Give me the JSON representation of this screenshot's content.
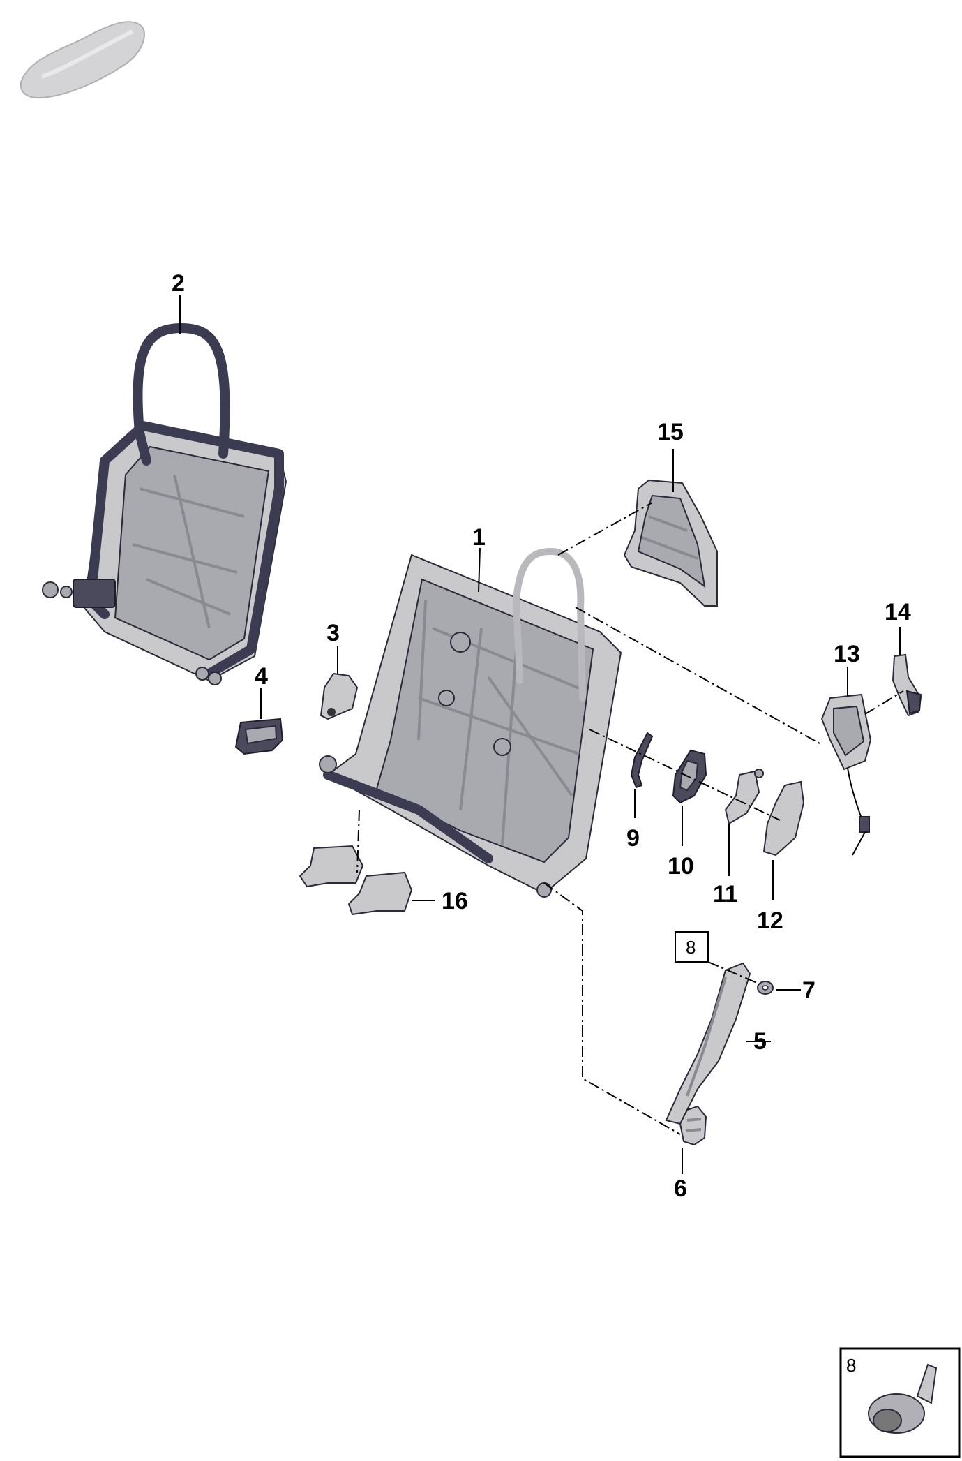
{
  "callouts": {
    "c1": "1",
    "c2": "2",
    "c3": "3",
    "c4": "4",
    "c5": "5",
    "c6": "6",
    "c7": "7",
    "c8_box": "8",
    "c9": "9",
    "c10": "10",
    "c11": "11",
    "c12": "12",
    "c13": "13",
    "c14": "14",
    "c15": "15",
    "c16": "16"
  },
  "detail_box": {
    "label": "8"
  },
  "colors": {
    "part_fill": "#c9c9cb",
    "part_outline": "#2a2a3a",
    "dark_accent": "#4a4a5c",
    "line": "#000000"
  }
}
